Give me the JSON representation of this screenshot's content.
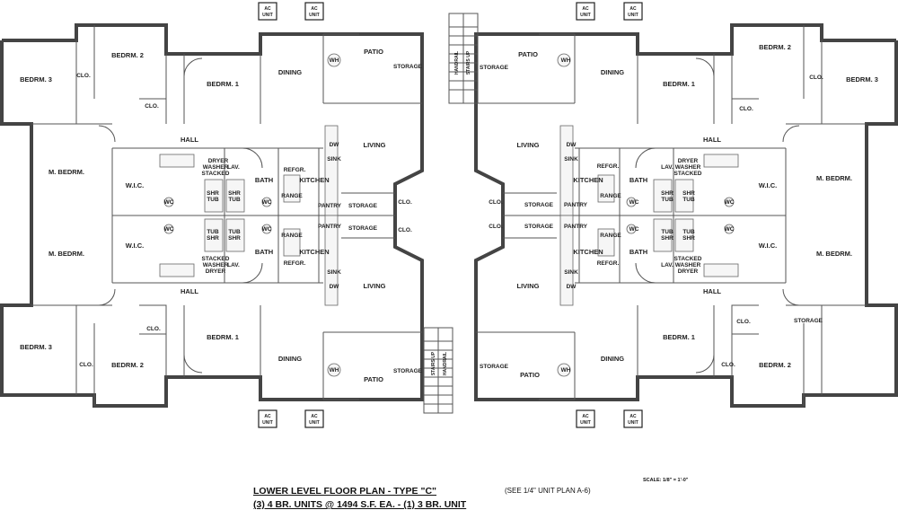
{
  "title": {
    "line1": "LOWER LEVEL FLOOR PLAN - TYPE \"C\"",
    "note": "(SEE 1/4\" UNIT PLAN A-6)",
    "line2": "(3) 4 BR. UNITS @ 1494 S.F. EA. - (1) 3 BR. UNIT",
    "scale": "SCALE: 1/8\" = 1'-0\""
  },
  "ac": {
    "l1": "AC",
    "l2": "UNIT"
  },
  "rooms": {
    "bedroom1": "BEDRM. 1",
    "bedroom2": "BEDRM. 2",
    "bedroom3": "BEDRM. 3",
    "master_bedroom": "M. BEDRM.",
    "dining": "DINING",
    "living": "LIVING",
    "kitchen": "KITCHEN",
    "bath": "BATH",
    "hall": "HALL",
    "patio": "PATIO",
    "storage": "STORAGE",
    "pantry": "PANTRY",
    "closet": "CLO.",
    "wic": "W.I.C."
  },
  "fixtures": {
    "wh": "WH",
    "wc": "WC",
    "dw": "DW",
    "sink": "SINK",
    "range": "RANGE",
    "refr": "REFGR.",
    "lav": "LAV.",
    "dryer": "DRYER",
    "washer": "WASHER",
    "stacked": "STACKED",
    "shr": "SHR",
    "tub": "TUB",
    "handrail": "HANDRAIL",
    "stairs_up": "STAIRS UP"
  }
}
